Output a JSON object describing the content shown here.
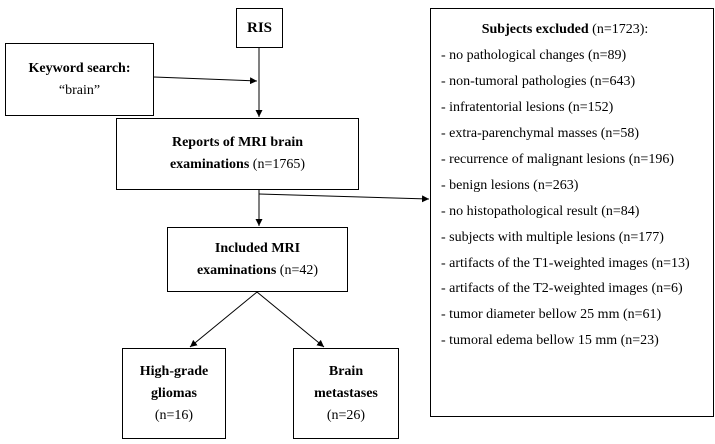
{
  "nodes": {
    "ris": {
      "label": "RIS"
    },
    "keyword": {
      "title": "Keyword search:",
      "term": "“brain”"
    },
    "reports": {
      "line1": "Reports of MRI brain",
      "line2_bold": "examinations",
      "line2_rest": " (n=1765)"
    },
    "included": {
      "line1": "Included MRI",
      "line2_bold": "examinations",
      "line2_rest": " (n=42)"
    },
    "hgg": {
      "line1": "High-grade",
      "line2": "gliomas",
      "count": "(n=16)"
    },
    "bm": {
      "line1": "Brain",
      "line2": "metastases",
      "count": "(n=26)"
    },
    "excluded": {
      "title_bold": "Subjects excluded",
      "title_rest": " (n=1723):",
      "items": [
        "- no pathological changes (n=89)",
        "- non-tumoral pathologies (n=643)",
        "- infratentorial lesions (n=152)",
        "- extra-parenchymal masses (n=58)",
        "- recurrence of malignant lesions (n=196)",
        "- benign lesions (n=263)",
        "- no histopathological result (n=84)",
        "- subjects with multiple lesions (n=177)",
        "- artifacts of the T1-weighted images (n=13)",
        "- artifacts of the T2-weighted images (n=6)",
        "- tumor diameter bellow 25 mm (n=61)",
        "- tumoral edema bellow 15 mm (n=23)"
      ]
    }
  },
  "edges": [
    {
      "from": "ris",
      "to": "reports"
    },
    {
      "from": "keyword",
      "to": "ris-line"
    },
    {
      "from": "reports",
      "to": "excluded"
    },
    {
      "from": "reports",
      "to": "included"
    },
    {
      "from": "included",
      "to": "hgg"
    },
    {
      "from": "included",
      "to": "bm"
    }
  ]
}
